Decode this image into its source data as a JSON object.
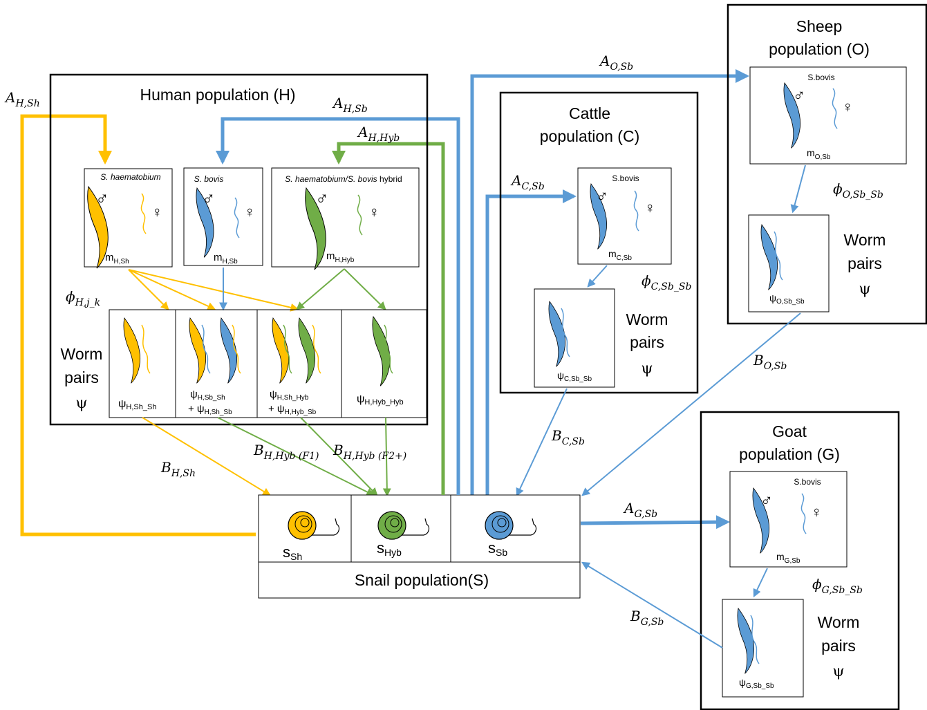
{
  "colors": {
    "sh": "#FFC000",
    "sb": "#5B9BD5",
    "hyb": "#70AD47"
  },
  "human": {
    "title": "Human population (H)",
    "species": [
      {
        "label": "S. haematobium",
        "m": "m",
        "m_sub": "H,Sh"
      },
      {
        "label": "S. bovis",
        "m": "m",
        "m_sub": "H,Sb"
      },
      {
        "label": "S. haematobium/S. bovis hybrid",
        "label_italic": "S. haematobium/S. bovis",
        "label_plain": " hybrid",
        "m": "m",
        "m_sub": "H,Hyb"
      }
    ],
    "pairs_label": [
      "Worm",
      "pairs",
      "ψ"
    ],
    "phi": "ϕ",
    "phi_sub": "H,j_k",
    "pairs": [
      {
        "psi": "ψ",
        "sub": "H,Sh_Sh"
      },
      {
        "psi": "ψ",
        "sub": "H,Sb_Sh",
        "plus": "+ ψ",
        "plus_sub": "H,Sh_Sb"
      },
      {
        "psi": "ψ",
        "sub": "H,Sh_Hyb",
        "plus": "+ ψ",
        "plus_sub": "H,Hyb_Sb"
      },
      {
        "psi": "ψ",
        "sub": "H,Hyb_Hyb"
      }
    ]
  },
  "cattle": {
    "title1": "Cattle",
    "title2": "population (C)",
    "species": "S.bovis",
    "m": "m",
    "m_sub": "C,Sb",
    "phi": "ϕ",
    "phi_sub": "C,Sb_Sb",
    "psi": "ψ",
    "psi_sub": "C,Sb_Sb",
    "pairs_label": [
      "Worm",
      "pairs",
      "ψ"
    ]
  },
  "sheep": {
    "title1": "Sheep",
    "title2": "population (O)",
    "species": "S.bovis",
    "m": "m",
    "m_sub": "O,Sb",
    "phi": "ϕ",
    "phi_sub": "O,Sb_Sb",
    "psi": "ψ",
    "psi_sub": "O,Sb_Sb",
    "pairs_label": [
      "Worm",
      "pairs",
      "ψ"
    ]
  },
  "goat": {
    "title1": "Goat",
    "title2": "population (G)",
    "species": "S.bovis",
    "m": "m",
    "m_sub": "G,Sb",
    "phi": "ϕ",
    "phi_sub": "G,Sb_Sb",
    "psi": "ψ",
    "psi_sub": "G,Sb_Sb",
    "pairs_label": [
      "Worm",
      "pairs",
      "ψ"
    ]
  },
  "snail": {
    "title": "Snail population(S)",
    "groups": [
      {
        "s": "s",
        "sub": "Sh"
      },
      {
        "s": "s",
        "sub": "Hyb"
      },
      {
        "s": "s",
        "sub": "Sb"
      }
    ]
  },
  "rates": {
    "A_H_Sh": {
      "sym": "A",
      "sub": "H,Sh"
    },
    "A_H_Sb": {
      "sym": "A",
      "sub": "H,Sb"
    },
    "A_H_Hyb": {
      "sym": "A",
      "sub": "H,Hyb"
    },
    "A_O_Sb": {
      "sym": "A",
      "sub": "O,Sb"
    },
    "A_C_Sb": {
      "sym": "A",
      "sub": "C,Sb"
    },
    "A_G_Sb": {
      "sym": "A",
      "sub": "G,Sb"
    },
    "B_H_Sh": {
      "sym": "B",
      "sub": "H,Sh"
    },
    "B_H_Hyb_F1": {
      "sym": "B",
      "sub": "H,Hyb (F1)"
    },
    "B_H_Hyb_F2": {
      "sym": "B",
      "sub": "H,Hyb (F2+)"
    },
    "B_C_Sb": {
      "sym": "B",
      "sub": "C,Sb"
    },
    "B_O_Sb": {
      "sym": "B",
      "sub": "O,Sb"
    },
    "B_G_Sb": {
      "sym": "B",
      "sub": "G,Sb"
    }
  },
  "symbols": {
    "male": "♂",
    "female": "♀"
  }
}
